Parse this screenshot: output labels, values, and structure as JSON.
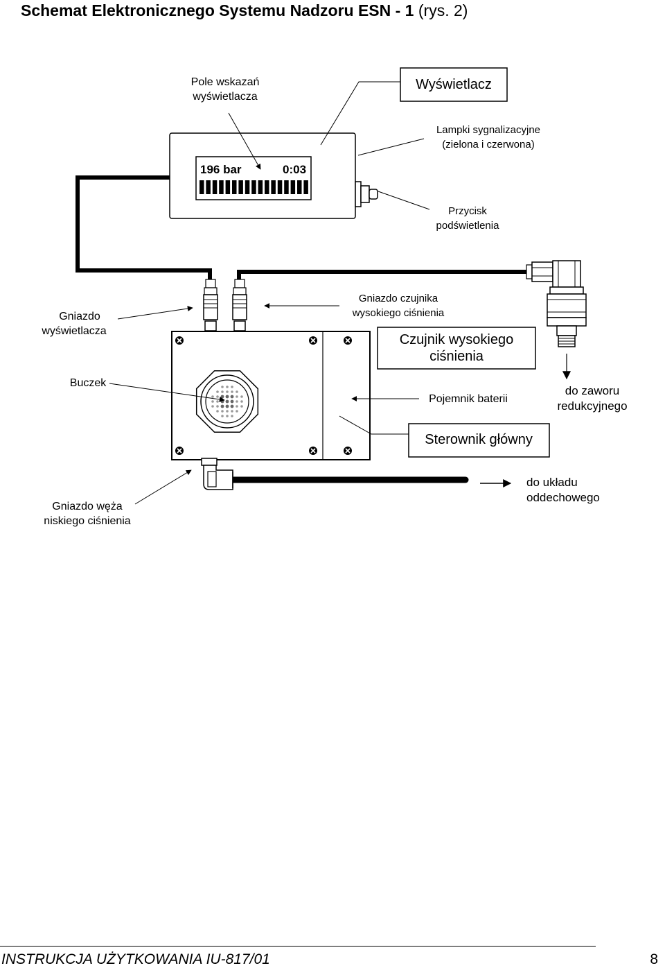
{
  "title": {
    "main": "Schemat  Elektronicznego Systemu Nadzoru  ESN - 1",
    "suffix": " (rys. 2)"
  },
  "labels": {
    "display_field": [
      "Pole wskazań",
      "wyświetlacza"
    ],
    "display": "Wyświetlacz",
    "signal_lamps": [
      "Lampki sygnalizacyjne",
      "(zielona i czerwona)"
    ],
    "backlight_button": [
      "Przycisk",
      "podświetlenia"
    ],
    "display_socket": [
      "Gniazdo",
      "wyświetlacza"
    ],
    "sensor_socket": [
      "Gniazdo czujnika",
      "wysokiego ciśnienia"
    ],
    "hp_sensor": [
      "Czujnik wysokiego",
      "ciśnienia"
    ],
    "buzzer": "Buczek",
    "battery_box": "Pojemnik baterii",
    "to_reducer_valve": [
      "do zaworu",
      "redukcyjnego"
    ],
    "main_controller": "Sterownik główny",
    "lp_hose_socket": [
      "Gniazdo węża",
      "niskiego ciśnienia"
    ],
    "to_breathing_system": [
      "do układu",
      "oddechowego"
    ]
  },
  "lcd": {
    "pressure": "196 bar",
    "time": "0:03"
  },
  "footer": {
    "text": "INSTRUKCJA UŻYTKOWANIA IU-817/01",
    "page": "8"
  }
}
